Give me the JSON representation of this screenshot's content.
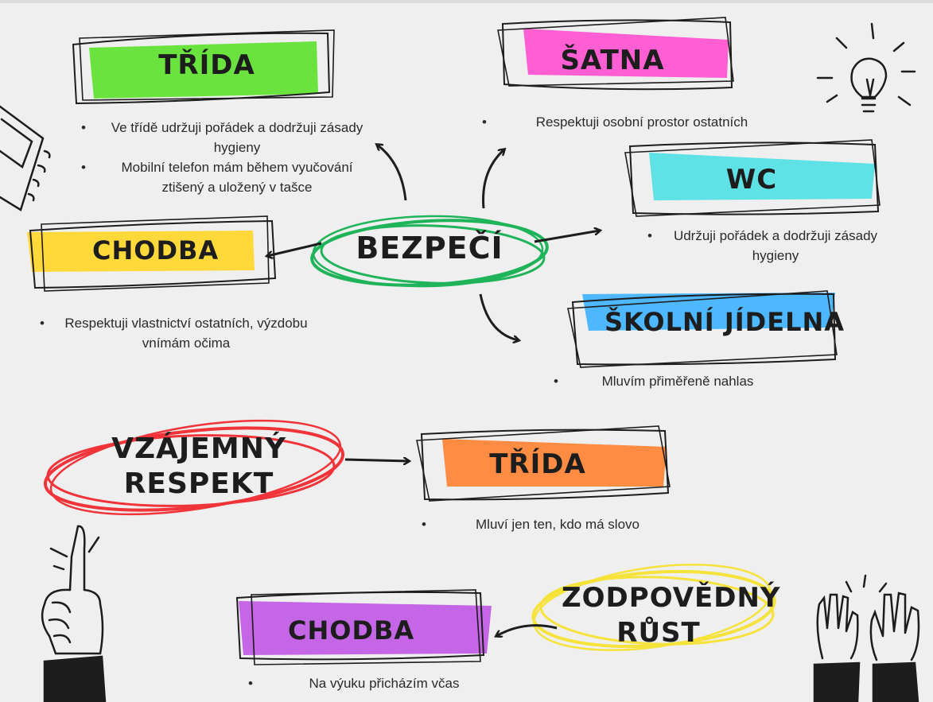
{
  "center": {
    "label": "BEZPEČÍ"
  },
  "respect": {
    "label_line1": "VZÁJEMNÝ",
    "label_line2": "RESPEKT"
  },
  "growth": {
    "label_line1": "ZODPOVĚDNÝ",
    "label_line2": "RŮST"
  },
  "nodes": {
    "trida_green": {
      "label": "TŘÍDA",
      "color": "#6be33f",
      "bullets": [
        "Ve třídě udržuji pořádek a dodržuji zásady hygieny",
        "Mobilní telefon mám během vyučování ztišený a uložený v tašce"
      ]
    },
    "satna": {
      "label": "ŠATNA",
      "color": "#ff5fd2",
      "bullets": [
        "Respektuji osobní prostor ostatních"
      ]
    },
    "wc": {
      "label": "WC",
      "color": "#5ee2e6",
      "bullets": [
        "Udržuji pořádek a dodržuji zásady hygieny"
      ]
    },
    "chodba_yellow": {
      "label": "CHODBA",
      "color": "#ffd93a",
      "bullets": [
        "Respektuji vlastnictví ostatních, výzdobu vnímám očima"
      ]
    },
    "jidelna": {
      "label": "ŠKOLNÍ JÍDELNA",
      "color": "#4db8ff",
      "bullets": [
        "Mluvím přiměřeně nahlas"
      ]
    },
    "trida_orange": {
      "label": "TŘÍDA",
      "color": "#ff8c42",
      "bullets": [
        "Mluví jen ten, kdo má slovo"
      ]
    },
    "chodba_purple": {
      "label": "CHODBA",
      "color": "#c566e6",
      "bullets": [
        "Na výuku přicházím včas"
      ]
    }
  },
  "colors": {
    "center_ring": "#1fb35a",
    "respect_ring": "#f0343a",
    "growth_ring": "#f5e23a",
    "ink": "#1d1d1d"
  },
  "icons": [
    "lightbulb-icon",
    "notebook-icon",
    "pointing-hand-icon",
    "raised-hands-icon"
  ]
}
